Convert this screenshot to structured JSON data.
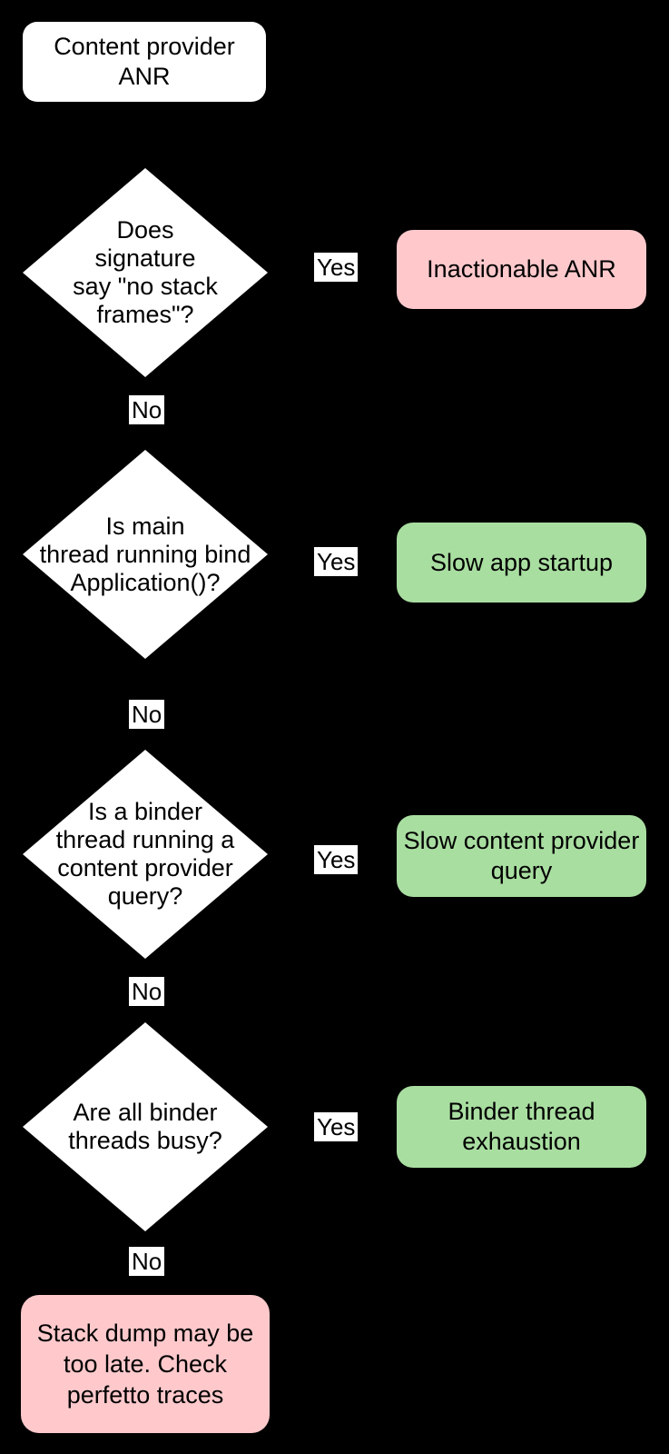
{
  "diagram": {
    "background": "#000000",
    "colors": {
      "node_fill": "#ffffff",
      "negative_result_fill": "#ffc9cc",
      "positive_result_fill": "#a9dea1",
      "text": "#000000"
    },
    "start": {
      "label": "Content provider\nANR"
    },
    "rows": [
      {
        "question": "Does\nsignature\nsay \"no stack\nframes\"?",
        "yes_label": "Yes",
        "no_label": "No",
        "result": "Inactionable ANR",
        "result_type": "bad"
      },
      {
        "question": "Is main\nthread running bind\nApplication()?",
        "yes_label": "Yes",
        "no_label": "No",
        "result": "Slow app startup",
        "result_type": "good"
      },
      {
        "question": "Is a binder\nthread running a\ncontent provider\nquery?",
        "yes_label": "Yes",
        "no_label": "No",
        "result": "Slow content provider\nquery",
        "result_type": "good"
      },
      {
        "question": "Are all binder\nthreads busy?",
        "yes_label": "Yes",
        "no_label": "No",
        "result": "Binder thread\nexhaustion",
        "result_type": "good"
      }
    ],
    "end": {
      "label": "Stack dump may be\ntoo late. Check\nperfetto traces"
    }
  }
}
